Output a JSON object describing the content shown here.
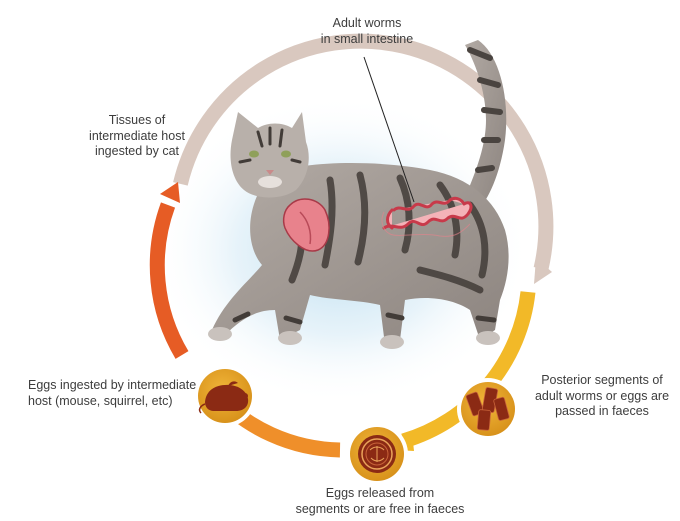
{
  "diagram": {
    "labels": {
      "adult_worms": [
        "Adult worms",
        "in small intestine"
      ],
      "tissues": [
        "Tissues of",
        "intermediate host",
        "ingested by cat"
      ],
      "eggs_ingested": [
        "Eggs ingested by intermediate",
        "host (mouse, squirrel, etc)"
      ],
      "eggs_released": [
        "Eggs released from",
        "segments or are free in faeces"
      ],
      "posterior": [
        "Posterior segments of",
        "adult worms or eggs are",
        "passed in faeces"
      ]
    },
    "icons": [
      "cat-illustration",
      "heart-tissue-icon",
      "tapeworm-icon",
      "rodent-icon",
      "tapeworm-egg-icon",
      "worm-segments-icon"
    ],
    "colors": {
      "ring_gray": "#d9c8bf",
      "ring_yellow": "#f2b928",
      "ring_orange": "#ef8f2a",
      "ring_red_orange": "#e65c25",
      "circle_fill": "#e4a424",
      "icon_brown": "#8b2a14",
      "organ_pink": "#e8828c"
    }
  }
}
